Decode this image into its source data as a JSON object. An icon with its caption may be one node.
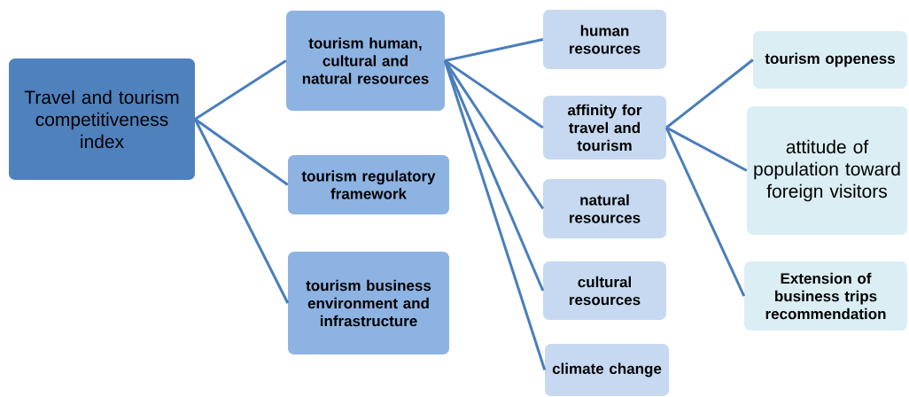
{
  "diagram": {
    "nodes": [
      {
        "text": [
          "Travel and tourism competitiveness index"
        ]
      },
      {
        "text": [
          "tourism human, cultural and natural resources"
        ]
      },
      {
        "text": [
          "tourism regulatory framework"
        ]
      },
      {
        "text": [
          "tourism business environment and infrastructure"
        ]
      },
      {
        "text": [
          "human resources"
        ]
      },
      {
        "text": [
          "affinity for travel and tourism"
        ]
      },
      {
        "text": [
          "natural resources"
        ]
      },
      {
        "text": [
          "cultural resources"
        ]
      },
      {
        "text": [
          "climate change"
        ]
      },
      {
        "text": [
          "tourism oppeness"
        ]
      },
      {
        "text": [
          "attitude of population toward foreign visitors"
        ]
      },
      {
        "text": [
          "Extension of business trips recommendation"
        ]
      }
    ],
    "edges": [
      {
        "from": 0,
        "to": 1,
        "arrow": "none"
      },
      {
        "from": 0,
        "to": 2,
        "arrow": "none"
      },
      {
        "from": 0,
        "to": 3,
        "arrow": "none"
      },
      {
        "from": 1,
        "to": 4,
        "arrow": "none"
      },
      {
        "from": 1,
        "to": 5,
        "arrow": "none"
      },
      {
        "from": 1,
        "to": 6,
        "arrow": "none"
      },
      {
        "from": 1,
        "to": 7,
        "arrow": "none"
      },
      {
        "from": 1,
        "to": 8,
        "arrow": "none"
      },
      {
        "from": 5,
        "to": 9,
        "arrow": "none"
      },
      {
        "from": 5,
        "to": 10,
        "arrow": "none"
      },
      {
        "from": 5,
        "to": 11,
        "arrow": "none"
      }
    ]
  }
}
